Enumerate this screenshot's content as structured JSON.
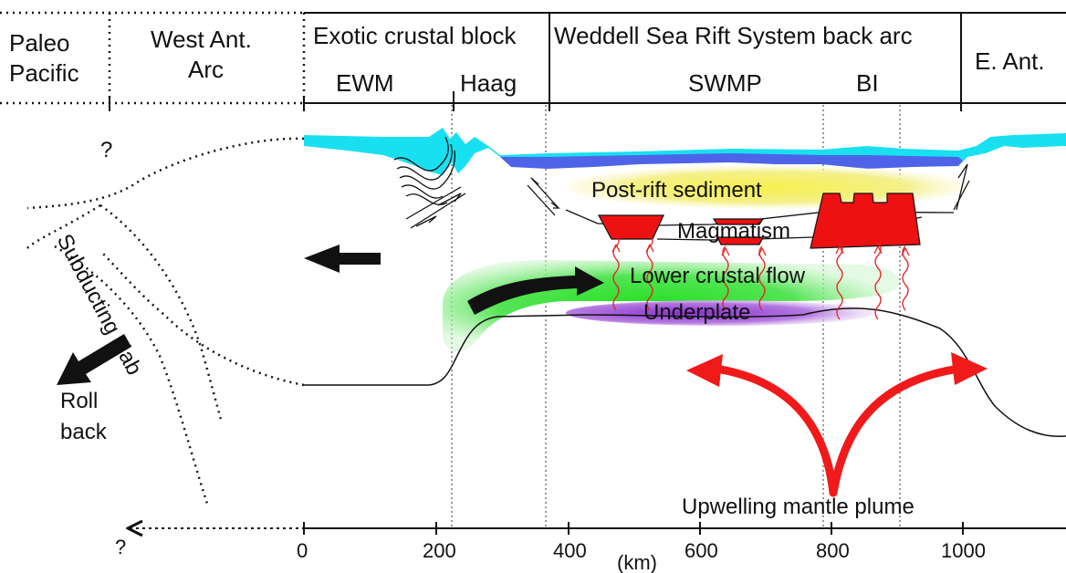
{
  "header": {
    "regions": [
      {
        "id": "paleo",
        "text_lines": [
          "Paleo",
          "Pacific"
        ]
      },
      {
        "id": "west",
        "text_lines": [
          "West Ant.",
          "Arc"
        ]
      },
      {
        "id": "exotic",
        "text": "Exotic crustal block"
      },
      {
        "id": "weddell",
        "text": "Weddell Sea Rift System back arc"
      },
      {
        "id": "east",
        "text": "E. Ant."
      }
    ],
    "subregions": [
      "EWM",
      "Haag",
      "SWMP",
      "BI"
    ]
  },
  "labels": {
    "question_top": "?",
    "question_bottom": "?",
    "post_rift": "Post-rift sediment",
    "magmatism": "Magmatism",
    "lower_crustal_flow": "Lower crustal flow",
    "underplate": "Underplate",
    "subducting_slab": "Subducting slab",
    "roll_back_lines": [
      "Roll",
      "back"
    ],
    "plume": "Upwelling mantle plume"
  },
  "axis": {
    "ticks": [
      "0",
      "200",
      "400",
      "600",
      "800",
      "1000"
    ],
    "unit": "(km)"
  },
  "colors": {
    "water": "#19e0f0",
    "water_deep": "#4f63e8",
    "sediment": "#f2ee6a",
    "magma": "#ee1111",
    "crustal_flow": "#22dd22",
    "underplate": "#9b3fd6",
    "plume_arrow": "#f01a1a",
    "heat_arrow": "#e62020"
  }
}
